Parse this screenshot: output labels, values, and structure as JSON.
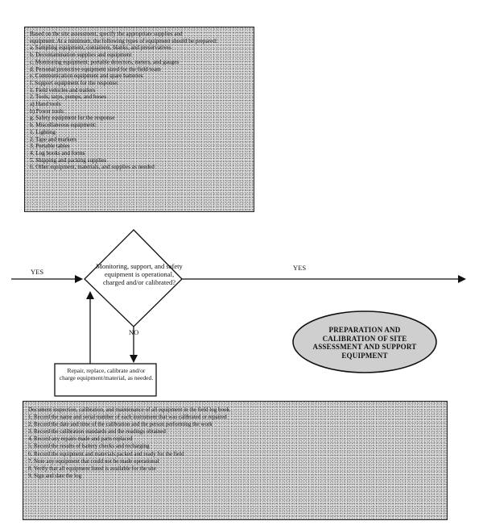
{
  "top_box": {
    "lines": [
      "Based on the site assessment, specify the appropriate supplies and",
      "equipment. At a minimum, the following types of equipment should be prepared:",
      "a.  Sampling equipment, containers, blanks, and preservatives",
      "b.  Decontamination supplies and equipment",
      "c.  Monitoring equipment: portable detectors, meters, and gauges",
      "d.  Personal protective equipment sized for the field team",
      "e.  Communication equipment and spare batteries",
      "f.  Support equipment for the response:",
      "     1.  Field vehicles and trailers",
      "     2.  Tools, tarps, pumps, and hoses",
      "          a)  Hand tools",
      "          b)  Power tools",
      "g.  Safety equipment for the response",
      "h.  Miscellaneous equipment:",
      "     1.  Lighting",
      "     2.  Tape and markers",
      "     3.  Portable tables",
      "     4.  Log books and forms",
      "     5.  Shipping and packing supplies",
      "     6.  Other equipment, materials, and supplies as needed"
    ]
  },
  "diamond": {
    "text": "Monitoring, support, and safety equipment is operational, charged and/or calibrated?"
  },
  "yes_left": "YES",
  "yes_right": "YES",
  "no_label": "NO",
  "repair": {
    "text": "Repair, replace, calibrate and/or charge equipment/material, as needed."
  },
  "title_oval": {
    "text": "PREPARATION AND CALIBRATION OF SITE ASSESSMENT AND SUPPORT EQUIPMENT"
  },
  "bottom_box": {
    "lines": [
      "Document inspection, calibration, and maintenance of all equipment in the field log book.",
      "1.  Record the name and serial number of each instrument that was calibrated or repaired",
      "2.  Record the date and time of the calibration and the person performing the work",
      "3.  Record the calibration standards and the readings obtained",
      "4.  Record any repairs made and parts replaced",
      "5.  Record the results of battery checks and recharging",
      "6.  Record the equipment and materials packed and ready for the field",
      "7.  Note any equipment that could not be made operational",
      "8.  Verify that all equipment listed is available for the site",
      "9.  Sign and date the log"
    ]
  }
}
